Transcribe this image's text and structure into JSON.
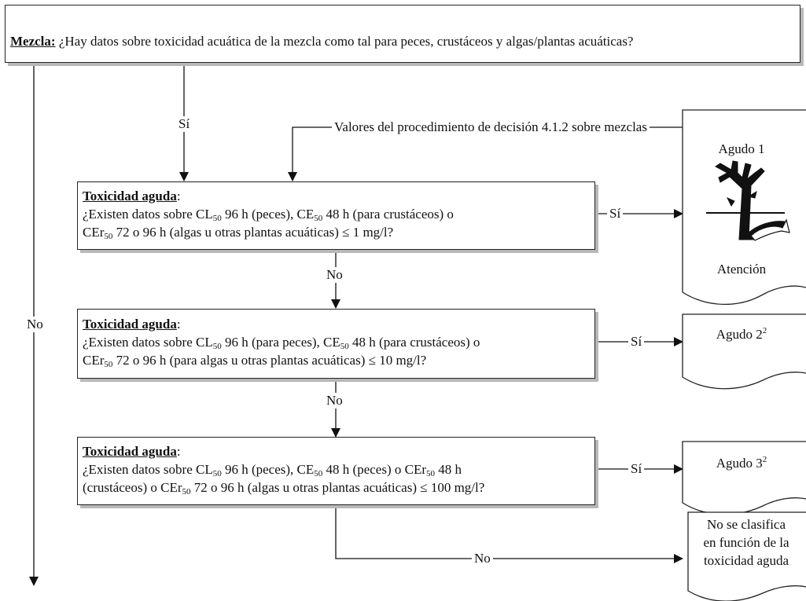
{
  "top_box": {
    "label": "Mezcla:",
    "question": "¿Hay datos sobre toxicidad acuática de la mezcla como tal para peces, crustáceos y algas/plantas acuáticas?"
  },
  "edge_labels": {
    "yes_top": "Sí",
    "no_left": "No",
    "feed_label": "Valores del procedimiento de decisión 4.1.2 sobre mezclas",
    "yes_1": "Sí",
    "yes_2": "Sí",
    "yes_3": "Sí",
    "no_1": "No",
    "no_2": "No",
    "no_3": "No"
  },
  "decisions": [
    {
      "title": "Toxicidad aguda",
      "colon": ":",
      "line1": [
        "¿Existen datos sobre CL",
        "50",
        " 96 h (peces), CE",
        "50",
        " 48 h (para crustáceos) o"
      ],
      "line2": [
        "CEr",
        "50",
        " 72 o 96 h (algas u otras plantas acuáticas) ≤ 1 mg/l?"
      ]
    },
    {
      "title": "Toxicidad aguda",
      "colon": ":",
      "line1": [
        "¿Existen datos sobre CL",
        "50",
        " 96 h (para peces), CE",
        "50",
        " 48 h (para crustáceos) o"
      ],
      "line2": [
        "CEr",
        "50",
        " 72 o 96 h (para algas u otras plantas acuáticas) ≤ 10 mg/l?"
      ]
    },
    {
      "title": "Toxicidad aguda",
      "colon": ":",
      "line1": [
        "¿Existen datos sobre CL",
        "50",
        " 96 h (peces), CE",
        "50",
        " 48 h (peces) o CEr",
        "50",
        " 48 h"
      ],
      "line2": [
        "(crustáceos) o CEr",
        "50",
        " 72 o 96 h (algas u otras plantas acuáticas) ≤ 100 mg/l?"
      ]
    }
  ],
  "results": {
    "agudo1": {
      "title": "Agudo 1",
      "signal": "Atención",
      "pictogram": "environment-pictogram"
    },
    "agudo2": {
      "title": "Agudo 2",
      "sup": "2"
    },
    "agudo3": {
      "title": "Agudo 3",
      "sup": "2"
    },
    "not_classified": {
      "line1": "No se clasifica",
      "line2": "en función de la",
      "line3": "toxicidad aguda"
    }
  }
}
